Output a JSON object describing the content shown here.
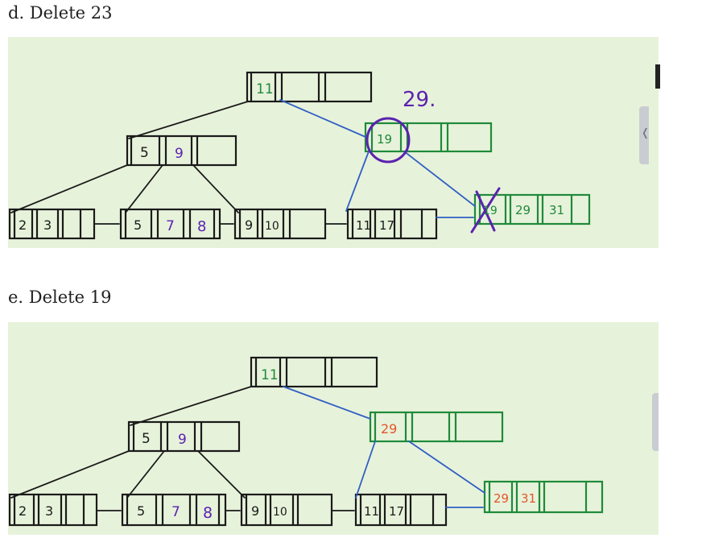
{
  "headings": {
    "delete_23": "d. Delete 23",
    "delete_19": "e. Delete 19"
  },
  "diagram_d": {
    "root_keys": [
      "11"
    ],
    "internal_left_keys": [
      "5",
      "9"
    ],
    "internal_right_keys": [
      "19"
    ],
    "annotation": "29.",
    "leaves": [
      [
        "2",
        "3"
      ],
      [
        "5",
        "7",
        "8"
      ],
      [
        "9",
        "10"
      ],
      [
        "11",
        "17"
      ],
      [
        "19",
        "29",
        "31"
      ]
    ]
  },
  "diagram_e": {
    "root_keys": [
      "11"
    ],
    "internal_left_keys": [
      "5",
      "9"
    ],
    "internal_right_keys": [
      "29"
    ],
    "leaves": [
      [
        "2",
        "3"
      ],
      [
        "5",
        "7",
        "8"
      ],
      [
        "9",
        "10"
      ],
      [
        "11",
        "17"
      ],
      [
        "29",
        "31"
      ]
    ]
  },
  "colors": {
    "panel_bg": "#e7f2da",
    "black_ink": "#1a1a1a",
    "green_ink": "#1f8a3a",
    "blue_ink": "#2f5fc4",
    "purple_ink": "#5a22b0",
    "orange_ink": "#e2562a"
  },
  "icons": {
    "collapse_handle": "chevron-left-icon"
  }
}
